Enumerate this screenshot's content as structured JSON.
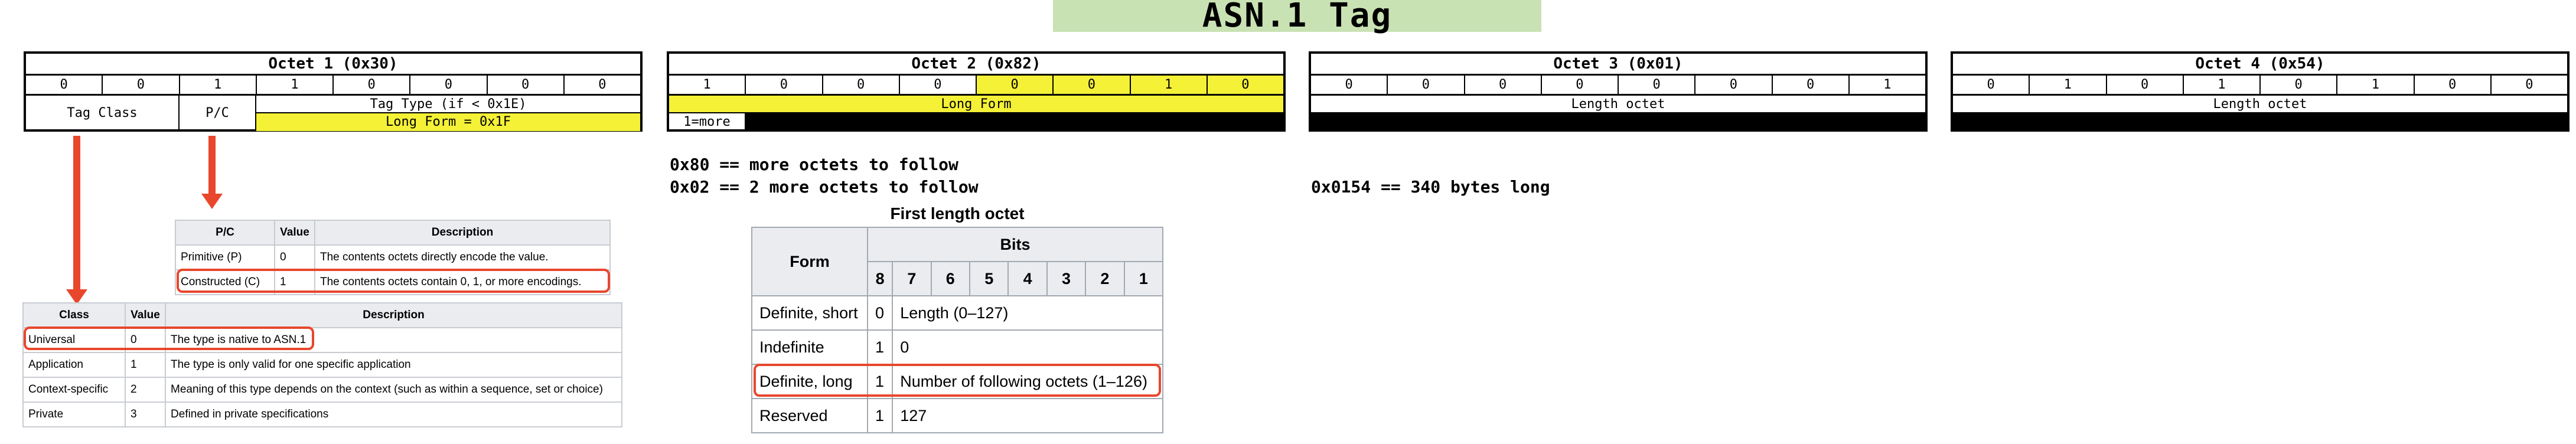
{
  "title": "ASN.1 Tag",
  "octets": [
    {
      "header": "Octet 1 (0x30)",
      "bits": [
        "0",
        "0",
        "1",
        "1",
        "0",
        "0",
        "0",
        "0"
      ],
      "labels": {
        "tag_class": "Tag Class",
        "pc": "P/C",
        "tag_type": "Tag Type (if < 0x1E)",
        "long_form": "Long Form = 0x1F"
      }
    },
    {
      "header": "Octet 2 (0x82)",
      "bits": [
        "1",
        "0",
        "0",
        "0",
        "0",
        "0",
        "1",
        "0"
      ],
      "labels": {
        "long_form": "Long Form",
        "more": "1=more"
      }
    },
    {
      "header": "Octet 3 (0x01)",
      "bits": [
        "0",
        "0",
        "0",
        "0",
        "0",
        "0",
        "0",
        "1"
      ],
      "labels": {
        "length": "Length octet"
      }
    },
    {
      "header": "Octet 4 (0x54)",
      "bits": [
        "0",
        "1",
        "0",
        "1",
        "0",
        "1",
        "0",
        "0"
      ],
      "labels": {
        "length": "Length octet"
      }
    }
  ],
  "notes": {
    "more_octets": "0x80 == more octets to follow",
    "two_more": "0x02 == 2 more octets to follow",
    "bytes_long": "0x0154 == 340 bytes long"
  },
  "pc_table": {
    "headers": [
      "P/C",
      "Value",
      "Description"
    ],
    "rows": [
      [
        "Primitive (P)",
        "0",
        "The contents octets directly encode the value."
      ],
      [
        "Constructed (C)",
        "1",
        "The contents octets contain 0, 1, or more encodings."
      ]
    ]
  },
  "class_table": {
    "headers": [
      "Class",
      "Value",
      "Description"
    ],
    "rows": [
      [
        "Universal",
        "0",
        "The type is native to ASN.1"
      ],
      [
        "Application",
        "1",
        "The type is only valid for one specific application"
      ],
      [
        "Context-specific",
        "2",
        "Meaning of this type depends on the context (such as within a sequence, set or choice)"
      ],
      [
        "Private",
        "3",
        "Defined in private specifications"
      ]
    ]
  },
  "length_table": {
    "caption": "First length octet",
    "form_header": "Form",
    "bits_header": "Bits",
    "bit_numbers": [
      "8",
      "7",
      "6",
      "5",
      "4",
      "3",
      "2",
      "1"
    ],
    "rows": [
      [
        "Definite, short",
        "0",
        "Length (0–127)"
      ],
      [
        "Indefinite",
        "1",
        "0"
      ],
      [
        "Definite, long",
        "1",
        "Number of following octets (1–126)"
      ],
      [
        "Reserved",
        "1",
        "127"
      ]
    ]
  },
  "colors": {
    "highlight": "#e8472d",
    "yellow": "#f4f137",
    "title_bg": "#c9e2b3"
  }
}
